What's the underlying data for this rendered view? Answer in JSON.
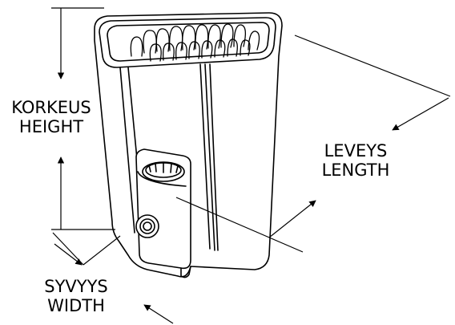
{
  "labels": {
    "height": {
      "fi": "KORKEUS",
      "en": "HEIGHT"
    },
    "length": {
      "fi": "LEVEYS",
      "en": "LENGTH"
    },
    "width": {
      "fi": "SYVYYS",
      "en": "WIDTH"
    }
  },
  "colors": {
    "line": "#000000",
    "background": "#ffffff",
    "body": "#ffffff"
  }
}
